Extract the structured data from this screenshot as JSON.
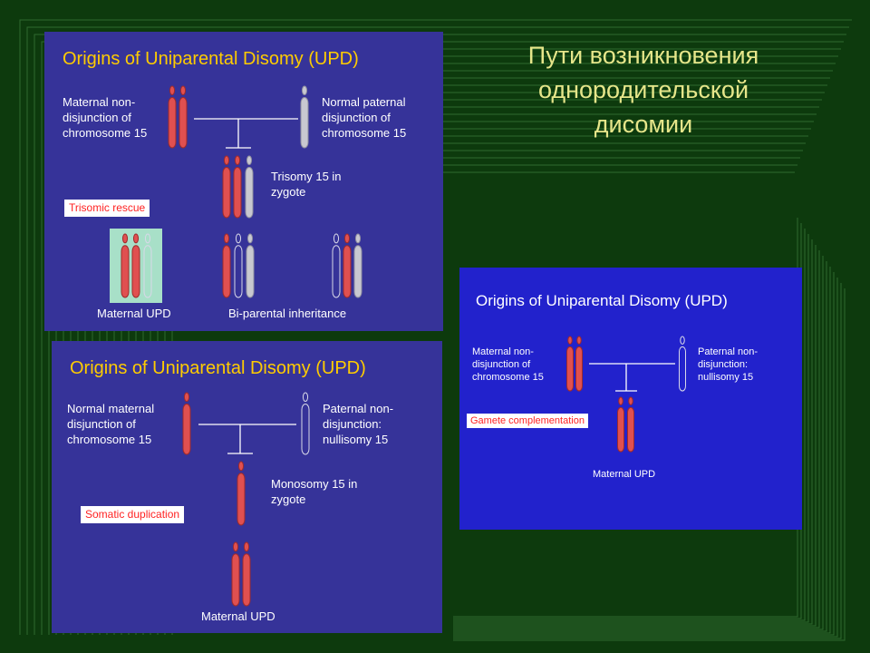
{
  "slide": {
    "title_lines": [
      "Пути возникновения",
      "однородительской",
      "дисомии"
    ]
  },
  "panels": {
    "trisomic_rescue": {
      "title": "Origins of Uniparental Disomy (UPD)",
      "maternal_label": [
        "Maternal non-",
        "disjunction of",
        "chromosome 15"
      ],
      "paternal_label": [
        "Normal paternal",
        "disjunction of",
        "chromosome 15"
      ],
      "zygote_label": [
        "Trisomy 15 in",
        "zygote"
      ],
      "tag": "Trisomic rescue",
      "outcome_left": "Maternal UPD",
      "outcome_right": "Bi-parental inheritance"
    },
    "somatic_duplication": {
      "title": "Origins of Uniparental Disomy (UPD)",
      "maternal_label": [
        "Normal maternal",
        "disjunction of",
        "chromosome 15"
      ],
      "paternal_label": [
        "Paternal non-",
        "disjunction:",
        "nullisomy 15"
      ],
      "zygote_label": [
        "Monosomy 15 in",
        "zygote"
      ],
      "tag": "Somatic duplication",
      "outcome": "Maternal UPD"
    },
    "gamete_complementation": {
      "title": "Origins of Uniparental Disomy (UPD)",
      "maternal_label": [
        "Maternal non-",
        "disjunction of",
        "chromosome 15"
      ],
      "paternal_label": [
        "Paternal non-",
        "disjunction:",
        "nullisomy 15"
      ],
      "tag": "Gamete complementation",
      "outcome": "Maternal UPD"
    }
  },
  "colors": {
    "background": "#0d3a0d",
    "maternal_chromosome": "#e05050",
    "paternal_chromosome": "#c8c8d0",
    "panel_title": "#ffcc00",
    "tag_text": "#ff2222"
  }
}
